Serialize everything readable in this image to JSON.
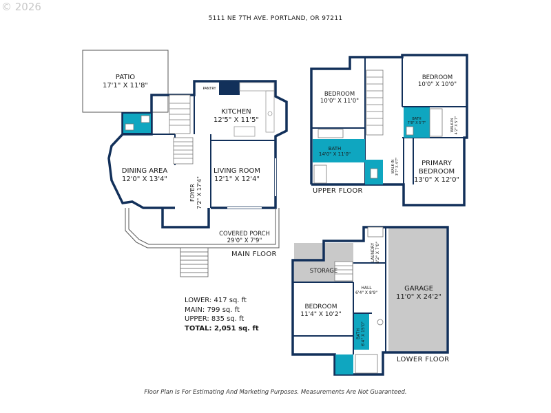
{
  "watermark": "© 2026",
  "address": "5111 NE 7TH AVE. PORTLAND, OR 97211",
  "floors": {
    "main": {
      "label": "MAIN FLOOR",
      "rooms": {
        "patio": {
          "name": "PATIO",
          "dim": "17'1\" X 11'8\""
        },
        "kitchen": {
          "name": "KITCHEN",
          "dim": "12'5\" X 11'5\""
        },
        "pantry": {
          "name": "PANTRY"
        },
        "dining": {
          "name": "DINING AREA",
          "dim": "12'0\" X 13'4\""
        },
        "living": {
          "name": "LIVING ROOM",
          "dim": "12'1\" X 12'4\""
        },
        "foyer": {
          "name": "FOYER",
          "dim": "7'2\" X 17'4\""
        },
        "porch": {
          "name": "COVERED PORCH",
          "dim": "29'0\" X 7'9\""
        }
      }
    },
    "upper": {
      "label": "UPPER FLOOR",
      "rooms": {
        "bedroom_left": {
          "name": "BEDROOM",
          "dim": "10'0\" X 11'0\""
        },
        "bedroom_right": {
          "name": "BEDROOM",
          "dim": "10'0\" X 10'0\""
        },
        "bath_main": {
          "name": "BATH",
          "dim": "14'0\" X 11'0\""
        },
        "bath_small": {
          "name": "BATH",
          "dim": "7'8\" X 5'7\""
        },
        "walkin_right": {
          "name": "WALK-IN",
          "dim": "4'2\" X 5'7\""
        },
        "walkin_left": {
          "name": "WALK-IN",
          "dim": "3'7\" X 4'7\""
        },
        "primary": {
          "name": "PRIMARY",
          "name2": "BEDROOM",
          "dim": "13'0\" X 12'0\""
        }
      }
    },
    "lower": {
      "label": "LOWER FLOOR",
      "rooms": {
        "storage": {
          "name": "STORAGE"
        },
        "laundry": {
          "name": "LAUNDRY",
          "dim": "8'2\" X 7'0\""
        },
        "hall": {
          "name": "HALL",
          "dim": "6'4\" X 8'9\""
        },
        "garage": {
          "name": "GARAGE",
          "dim": "11'0\" X 24'2\""
        },
        "bedroom": {
          "name": "BEDROOM",
          "dim": "11'4\" X 10'2\""
        },
        "bath": {
          "name": "BATH",
          "dim": "6'4\" X 15'0\""
        }
      }
    }
  },
  "summary": {
    "lower": "LOWER: 417 sq. ft",
    "main": "MAIN: 799 sq. ft",
    "upper": "UPPER: 835 sq. ft",
    "total": "TOTAL: 2,051 sq. ft"
  },
  "footer": "Floor Plan Is For Estimating And Marketing Purposes. Measurements Are Not Guaranteed.",
  "colors": {
    "wall": "#12305a",
    "bath_fill": "#0fa6c0",
    "garage_fill": "#c9c9c9",
    "patio_line": "#555555",
    "fixture": "#9a9a9a"
  }
}
